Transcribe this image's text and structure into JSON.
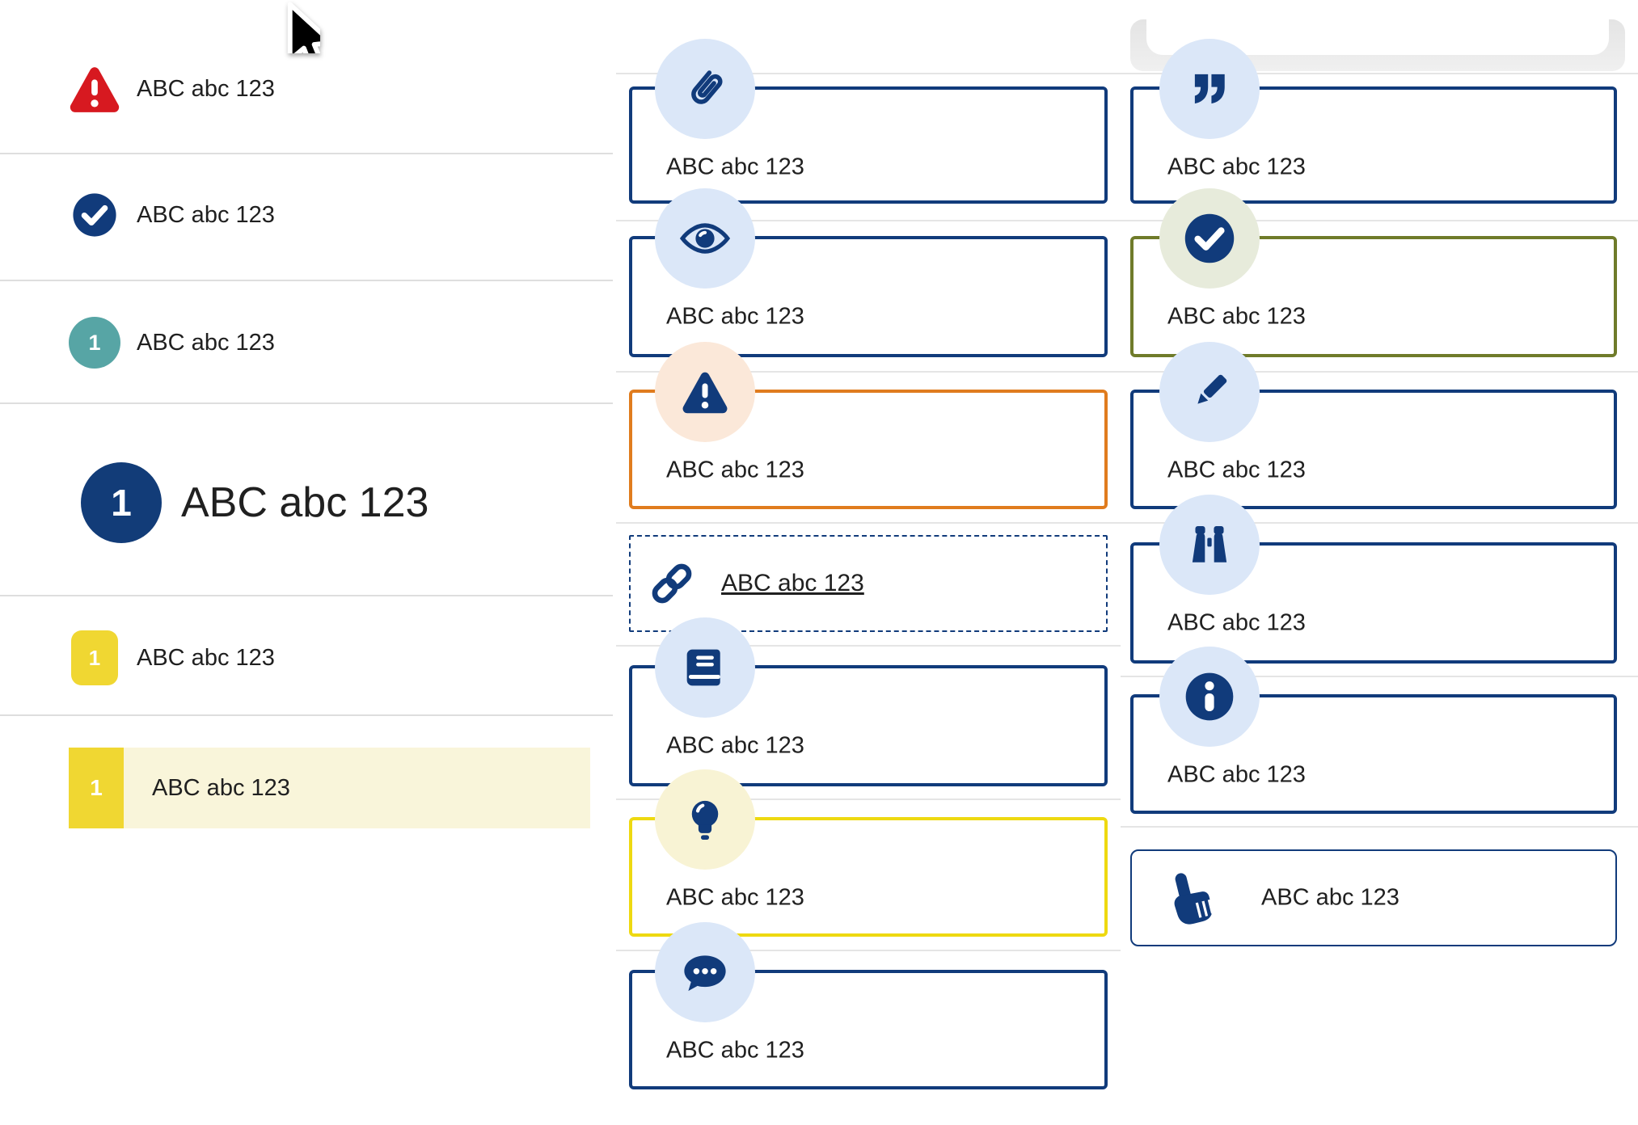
{
  "colors": {
    "navy": "#113b7b",
    "red": "#d71920",
    "teal": "#57a5a5",
    "yellow_badge": "#f0d732",
    "yellow_border": "#eed910",
    "orange_border": "#e07c1e",
    "olive_border": "#6f7b2a",
    "light_blue_icon_bg": "#dbe7f8",
    "peach_icon_bg": "#fbe8d9",
    "light_yellow_icon_bg": "#f8f3d4",
    "light_green_icon_bg": "#e7ebdb",
    "highlight_row_bg": "#f9f5da",
    "divider": "#dedede",
    "text": "#202020"
  },
  "cursor": {
    "icon": "mouse-arrow-cursor"
  },
  "left_list": {
    "items": [
      {
        "label": "ABC abc 123",
        "icon": "alert-triangle-icon",
        "style": "alert"
      },
      {
        "label": "ABC abc 123",
        "icon": "check-circle-icon",
        "style": "success"
      },
      {
        "label": "ABC abc 123",
        "badge": "1",
        "style": "teal-step"
      },
      {
        "label": "ABC abc 123",
        "badge": "1",
        "style": "big-navy-step"
      },
      {
        "label": "ABC abc 123",
        "badge": "1",
        "style": "yellow-step"
      },
      {
        "label": "ABC abc 123",
        "badge": "1",
        "style": "yellow-step-highlighted"
      }
    ]
  },
  "middle_callouts": {
    "items": [
      {
        "label": "ABC abc 123",
        "icon": "paperclip-icon",
        "border": "navy"
      },
      {
        "label": "ABC abc 123",
        "icon": "eye-icon",
        "border": "navy"
      },
      {
        "label": "ABC abc 123",
        "icon": "alert-triangle-icon",
        "border": "orange"
      },
      {
        "label": "ABC abc 123",
        "icon": "link-icon",
        "border": "navy-dashed",
        "is_link": true
      },
      {
        "label": "ABC abc 123",
        "icon": "book-icon",
        "border": "navy"
      },
      {
        "label": "ABC abc 123",
        "icon": "lightbulb-icon",
        "border": "yellow"
      },
      {
        "label": "ABC abc 123",
        "icon": "chat-icon",
        "border": "navy"
      }
    ]
  },
  "right_callouts": {
    "items": [
      {
        "label": "ABC abc 123",
        "icon": "quote-icon",
        "border": "navy"
      },
      {
        "label": "ABC abc 123",
        "icon": "check-circle-icon",
        "border": "olive"
      },
      {
        "label": "ABC abc 123",
        "icon": "pencil-icon",
        "border": "navy"
      },
      {
        "label": "ABC abc 123",
        "icon": "binoculars-icon",
        "border": "navy"
      },
      {
        "label": "ABC abc 123",
        "icon": "info-icon",
        "border": "navy"
      },
      {
        "label": "ABC abc 123",
        "icon": "hand-pointer-icon",
        "border": "navy-thin"
      }
    ]
  }
}
